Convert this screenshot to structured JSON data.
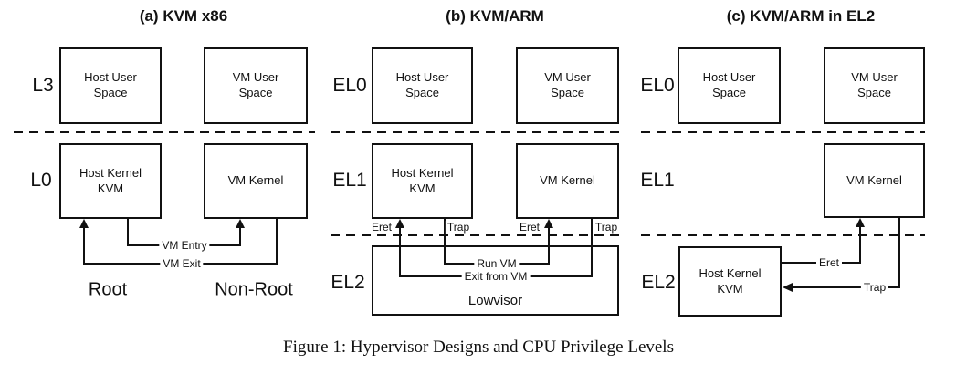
{
  "caption": "Figure 1: Hypervisor Designs and CPU Privilege Levels",
  "colors": {
    "line": "#111111",
    "background": "#ffffff"
  },
  "panels": [
    {
      "title": "(a) KVM x86",
      "levels": [
        {
          "label": "L3"
        },
        {
          "label": "L0"
        }
      ],
      "boxes": [
        {
          "label": "Host User Space"
        },
        {
          "label": "VM User Space"
        },
        {
          "label": "Host Kernel KVM"
        },
        {
          "label": "VM Kernel"
        }
      ],
      "arrows": [
        {
          "label": "VM Entry"
        },
        {
          "label": "VM Exit"
        }
      ],
      "modes": [
        {
          "label": "Root"
        },
        {
          "label": "Non-Root"
        }
      ]
    },
    {
      "title": "(b) KVM/ARM",
      "levels": [
        {
          "label": "EL0"
        },
        {
          "label": "EL1"
        },
        {
          "label": "EL2"
        }
      ],
      "boxes": [
        {
          "label": "Host User Space"
        },
        {
          "label": "VM User Space"
        },
        {
          "label": "Host Kernel KVM"
        },
        {
          "label": "VM Kernel"
        }
      ],
      "hypervisor_box": {
        "label": "Lowvisor"
      },
      "transitions": [
        {
          "label": "Eret"
        },
        {
          "label": "Trap"
        },
        {
          "label": "Eret"
        },
        {
          "label": "Trap"
        }
      ],
      "arrows": [
        {
          "label": "Run VM"
        },
        {
          "label": "Exit from VM"
        }
      ]
    },
    {
      "title": "(c) KVM/ARM in EL2",
      "levels": [
        {
          "label": "EL0"
        },
        {
          "label": "EL1"
        },
        {
          "label": "EL2"
        }
      ],
      "boxes": [
        {
          "label": "Host User Space"
        },
        {
          "label": "VM User Space"
        },
        {
          "label": "VM Kernel"
        },
        {
          "label": "Host Kernel KVM"
        }
      ],
      "arrows": [
        {
          "label": "Eret"
        },
        {
          "label": "Trap"
        }
      ]
    }
  ]
}
